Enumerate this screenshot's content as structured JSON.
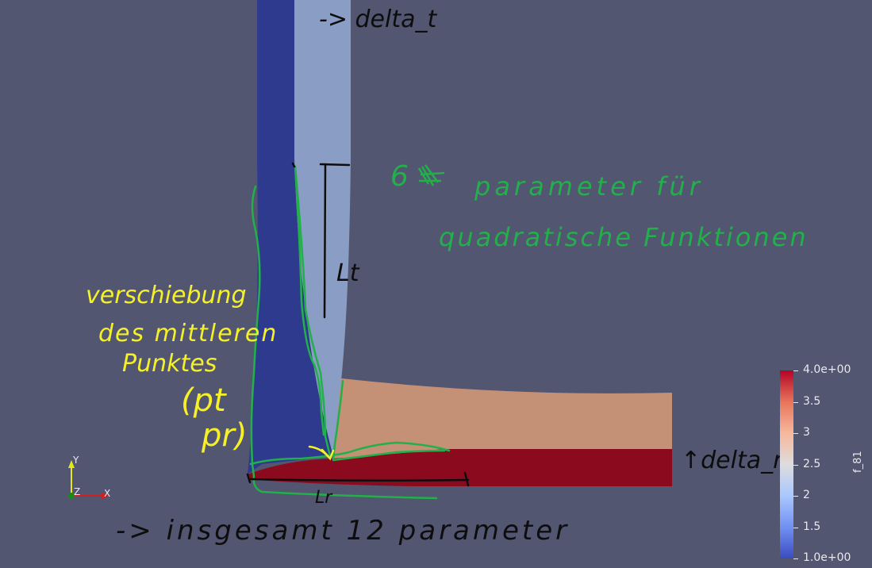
{
  "colors": {
    "background": "#525670",
    "blue_band": "#2e3a8e",
    "light_blue_band": "#8a9dc4",
    "orange_band": "#c49177",
    "dark_red_band": "#8c0a1d",
    "annotation_green": "#22b04a",
    "annotation_yellow": "#f5f02a",
    "annotation_black": "#0d0d0d"
  },
  "annotations": {
    "delta_t": "-> delta_t",
    "six_parameters": "6",
    "parameter_fuer": "parameter für",
    "quadratische_funktionen": "quadratische Funktionen",
    "lt": "Lt",
    "verschiebung_line1": "verschiebung",
    "verschiebung_line2": "des mittleren",
    "verschiebung_line3": "Punktes",
    "pt": "(pt",
    "pr": "pr)",
    "delta_r": "↑delta_r",
    "lr": "Lr",
    "insgesamt": "-> insgesamt 12 parameter"
  },
  "axes_triad": {
    "y": "Y",
    "z": "Z",
    "x": "X"
  },
  "colorbar": {
    "title": "f_81",
    "ticks": [
      "4.0e+00",
      "3.5",
      "3",
      "2.5",
      "2",
      "1.5",
      "1.0e+00"
    ],
    "gradient": [
      "#b40426",
      "#e7745b",
      "#f7b89c",
      "#dddddd",
      "#aac7fd",
      "#6f92f3",
      "#3b4cc0"
    ]
  }
}
